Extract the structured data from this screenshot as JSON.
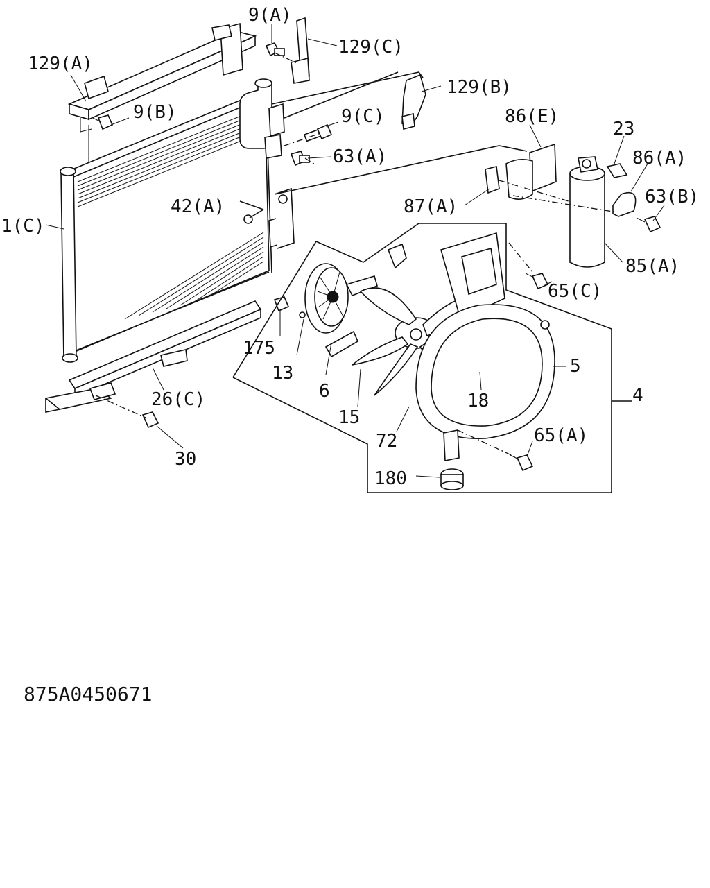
{
  "drawing_number": "875A0450671",
  "callouts": {
    "c_9a": "9(A)",
    "c_129c": "129(C)",
    "c_129a": "129(A)",
    "c_9b": "9(B)",
    "c_129b": "129(B)",
    "c_9c": "9(C)",
    "c_86e": "86(E)",
    "c_23": "23",
    "c_63a": "63(A)",
    "c_86a": "86(A)",
    "c_42a": "42(A)",
    "c_87a": "87(A)",
    "c_63b": "63(B)",
    "c_1c": "1(C)",
    "c_85a": "85(A)",
    "c_65c": "65(C)",
    "c_175": "175",
    "c_13": "13",
    "c_6": "6",
    "c_5": "5",
    "c_26c": "26(C)",
    "c_18": "18",
    "c_4": "4",
    "c_15": "15",
    "c_65a": "65(A)",
    "c_72": "72",
    "c_30": "30",
    "c_180": "180"
  }
}
